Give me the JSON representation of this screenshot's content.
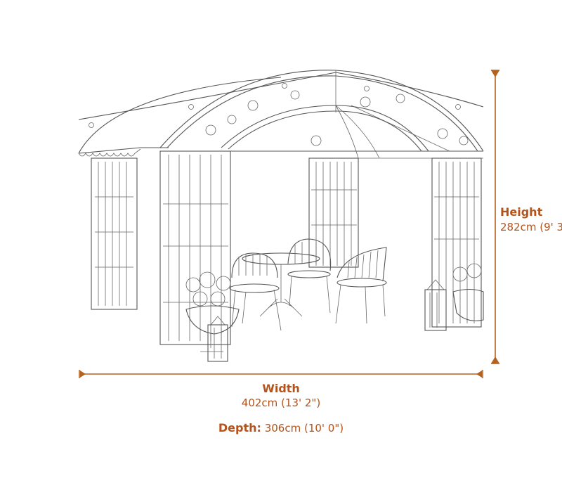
{
  "diagram": {
    "subject": "gazebo with curved roof, fabric awning, festoon string lights, bistro table and chairs, planters and lanterns",
    "style": "line drawing",
    "accent_color": "#b5531b",
    "line_color": "#555555"
  },
  "dimensions": {
    "height": {
      "label": "Height",
      "value": "282cm (9' 3"
    },
    "width": {
      "label": "Width",
      "value": "402cm (13' 2\")"
    },
    "depth": {
      "label": "Depth:",
      "value": "306cm (10' 0\")"
    }
  }
}
